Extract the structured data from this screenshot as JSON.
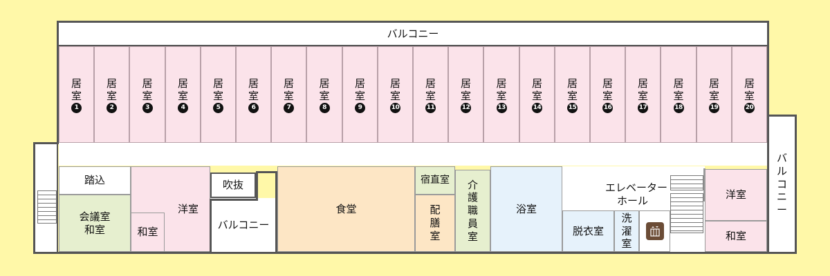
{
  "rooms": {
    "balcony_top": "バルコニー",
    "balcony_right": [
      "バ",
      "ル",
      "コ",
      "ニ",
      "ー"
    ],
    "residents": [
      {
        "label": [
          "居",
          "室"
        ],
        "num": "1"
      },
      {
        "label": [
          "居",
          "室"
        ],
        "num": "2"
      },
      {
        "label": [
          "居",
          "室"
        ],
        "num": "3"
      },
      {
        "label": [
          "居",
          "室"
        ],
        "num": "4"
      },
      {
        "label": [
          "居",
          "室"
        ],
        "num": "5"
      },
      {
        "label": [
          "居",
          "室"
        ],
        "num": "6"
      },
      {
        "label": [
          "居",
          "室"
        ],
        "num": "7"
      },
      {
        "label": [
          "居",
          "室"
        ],
        "num": "8"
      },
      {
        "label": [
          "居",
          "室"
        ],
        "num": "9"
      },
      {
        "label": [
          "居",
          "室"
        ],
        "num": "10"
      },
      {
        "label": [
          "居",
          "室"
        ],
        "num": "11"
      },
      {
        "label": [
          "居",
          "室"
        ],
        "num": "12"
      },
      {
        "label": [
          "居",
          "室"
        ],
        "num": "13"
      },
      {
        "label": [
          "居",
          "室"
        ],
        "num": "14"
      },
      {
        "label": [
          "居",
          "室"
        ],
        "num": "15"
      },
      {
        "label": [
          "居",
          "室"
        ],
        "num": "16"
      },
      {
        "label": [
          "居",
          "室"
        ],
        "num": "17"
      },
      {
        "label": [
          "居",
          "室"
        ],
        "num": "18"
      },
      {
        "label": [
          "居",
          "室"
        ],
        "num": "19"
      },
      {
        "label": [
          "居",
          "室"
        ],
        "num": "20"
      }
    ],
    "fumikomi": "踏込",
    "kaigi_line1": "会議室",
    "kaigi_line2": "和室",
    "washitsu_left": "和室",
    "youshitsu_left": "洋室",
    "fukinuke": "吹抜",
    "balcony_mid": "バルコニー",
    "shokudo": "食堂",
    "shukuchoku": "宿直室",
    "haizen": [
      "配",
      "膳",
      "室"
    ],
    "kaigo": [
      "介",
      "護",
      "職",
      "員",
      "室"
    ],
    "yokushitsu": "浴室",
    "elevator_hall_line1": "エレベーター",
    "elevator_hall_line2": "ホール",
    "datsui": "脱衣室",
    "sentaku": [
      "洗",
      "濯",
      "室"
    ],
    "youshitsu_right": "洋室",
    "washitsu_right": "和室"
  },
  "icons": {
    "restroom": "restroom-icon",
    "elevator": "elevator-icon"
  },
  "colors": {
    "background": "#fff8a8",
    "resident_room": "#fbe3ea",
    "dining": "#fde6c5",
    "staff": "#e6efcf",
    "bath": "#e6f2fb"
  }
}
